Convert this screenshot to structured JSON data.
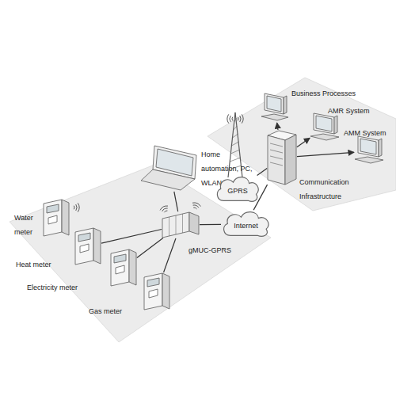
{
  "diagram": {
    "nodes": [
      {
        "text": [
          "Home automation, PC, WLAN, display"
        ]
      },
      {
        "text": [
          "Water meter"
        ]
      },
      {
        "text": [
          "Heat meter"
        ]
      },
      {
        "text": [
          "Electricity meter"
        ]
      },
      {
        "text": [
          "Gas meter"
        ]
      },
      {
        "text": [
          "gMUC-GPRS"
        ]
      },
      {
        "text": [
          "Internet"
        ]
      },
      {
        "text": [
          "GPRS"
        ]
      },
      {
        "text": [
          "Communication Infrastructure"
        ]
      },
      {
        "text": [
          "Business Processes"
        ]
      },
      {
        "text": [
          "AMR System"
        ]
      },
      {
        "text": [
          "AMM System"
        ]
      }
    ],
    "edges": [
      {
        "from": 0,
        "to": 5,
        "arrow": "none"
      },
      {
        "from": 2,
        "to": 5,
        "arrow": "none"
      },
      {
        "from": 3,
        "to": 5,
        "arrow": "none"
      },
      {
        "from": 4,
        "to": 5,
        "arrow": "none"
      },
      {
        "from": 5,
        "to": 6,
        "arrow": "none"
      },
      {
        "from": 6,
        "to": 8,
        "arrow": "none"
      },
      {
        "from": 7,
        "to": 8,
        "arrow": "none"
      },
      {
        "from": 8,
        "to": 9,
        "arrow": "to"
      },
      {
        "from": 8,
        "to": 10,
        "arrow": "to"
      },
      {
        "from": 8,
        "to": 11,
        "arrow": "to"
      }
    ]
  }
}
